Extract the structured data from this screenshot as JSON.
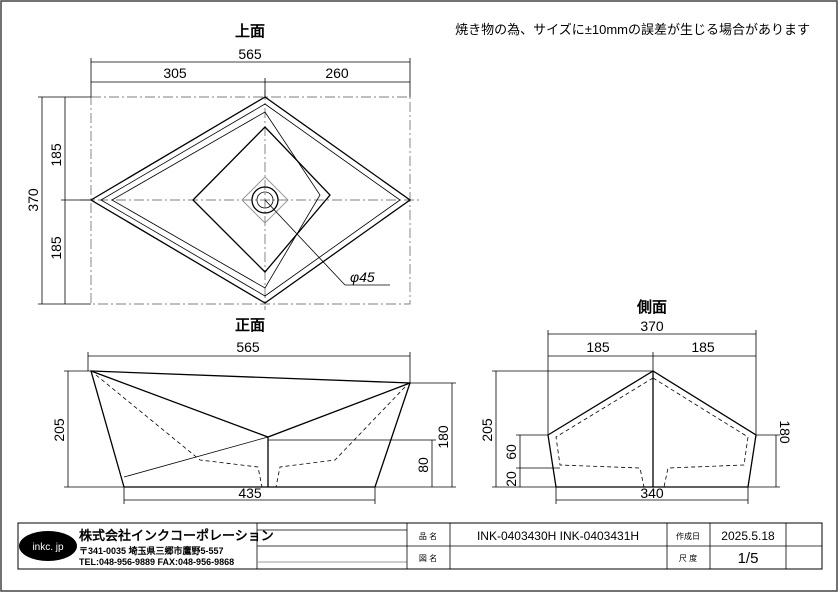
{
  "note": "焼き物の為、サイズに±10mmの誤差が生じる場合があります",
  "views": {
    "top": {
      "title": "上面",
      "width": "565",
      "left": "305",
      "right": "260",
      "height": "370",
      "upper": "185",
      "lower": "185",
      "drain": "φ45"
    },
    "front": {
      "title": "正面",
      "width": "565",
      "bottom": "435",
      "height": "205",
      "inner_height": "180",
      "drain_height": "80"
    },
    "side": {
      "title": "側面",
      "width": "370",
      "left": "185",
      "right": "185",
      "bottom": "340",
      "height": "205",
      "inner_height": "180",
      "h60": "60",
      "h20": "20"
    }
  },
  "title_block": {
    "logo": "inkc. jp",
    "company": "株式会社インクコーポレーション",
    "address": "〒341-0035 埼玉県三郷市鷹野5-557",
    "contact": "TEL:048-956-9889  FAX:048-956-9868",
    "product_label": "品 名",
    "product": "INK-0403430H  INK-0403431H",
    "drawing_label": "図 名",
    "drawing": "",
    "date_label": "作成日",
    "date": "2025.5.18",
    "scale_label": "尺 度",
    "scale": "1/5"
  }
}
